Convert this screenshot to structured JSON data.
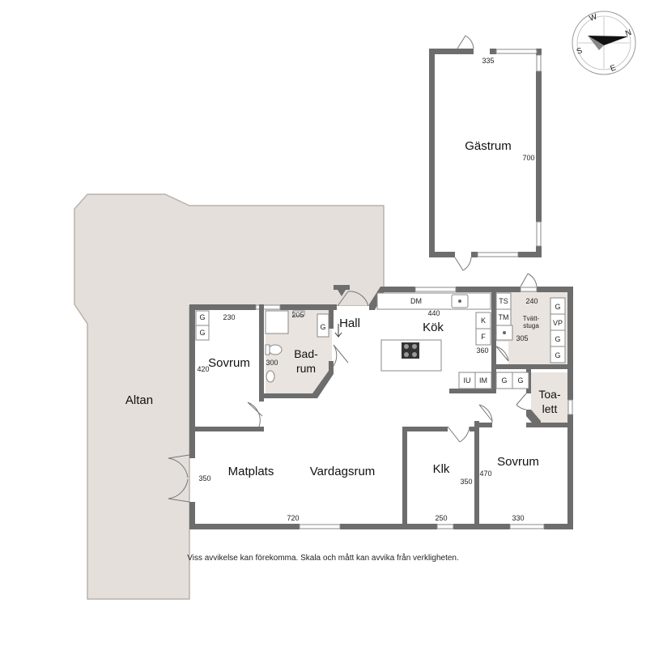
{
  "rooms": {
    "altan": "Altan",
    "gastrum": "Gästrum",
    "sovrum_left": "Sovrum",
    "badrum_1": "Bad-",
    "badrum_2": "rum",
    "hall": "Hall",
    "kok": "Kök",
    "tvattstuga_1": "Tvätt-",
    "tvattstuga_2": "stuga",
    "toalett_1": "Toa-",
    "toalett_2": "lett",
    "matplats": "Matplats",
    "vardagsrum": "Vardagsrum",
    "klk": "Klk",
    "sovrum_right": "Sovrum"
  },
  "dimensions": {
    "gastrum_width": "335",
    "gastrum_length": "700",
    "sovrum_left_width": "230",
    "sovrum_left_length": "420",
    "badrum_width": "205",
    "badrum_length": "300",
    "kok_width": "440",
    "kok_length": "360",
    "tvattstuga_width": "240",
    "tvattstuga_length": "305",
    "matplats_depth": "350",
    "vardagsrum_width": "720",
    "klk_width": "250",
    "klk_length": "350",
    "sovrum_right_width": "330",
    "sovrum_right_length": "470"
  },
  "appliances": {
    "dm": "DM",
    "k": "K",
    "f": "F",
    "iu": "IU",
    "im": "IM",
    "ts": "TS",
    "tm": "TM",
    "vp": "VP",
    "g": "G"
  },
  "compass": {
    "n": "N",
    "e": "E",
    "s": "S",
    "w": "W"
  },
  "disclaimer": "Viss avvikelse kan förekomma. Skala och mått kan avvika från verkligheten."
}
